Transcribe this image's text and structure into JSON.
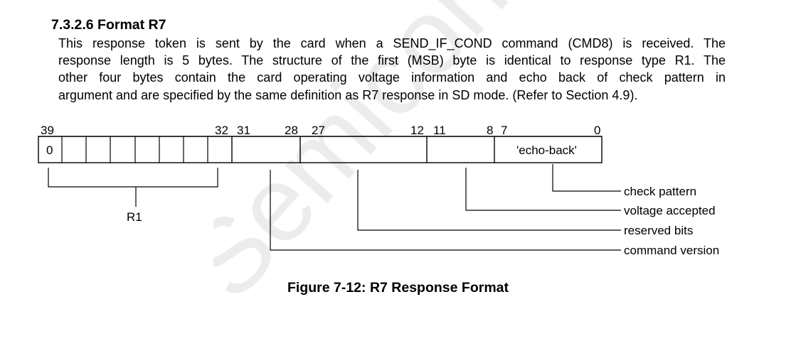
{
  "section": {
    "title": "7.3.2.6 Format R7"
  },
  "paragraph": {
    "lines": [
      "This response token is sent by the card when a SEND_IF_COND command (CMD8) is received. The",
      "response length is 5 bytes. The structure of the first (MSB) byte is identical to response type R1. The",
      "other four bytes contain the card operating voltage information and echo back of check pattern in",
      "argument and are specified by the same definition as R7 response in SD mode. (Refer to Section 4.9)."
    ]
  },
  "diagram": {
    "bit_labels": [
      "39",
      "32",
      "31",
      "28",
      "27",
      "12",
      "11",
      "8",
      "7",
      "0"
    ],
    "r1_first_cell": "0",
    "echo_back_cell": "'echo-back'",
    "r1_label": "R1",
    "field_labels": {
      "check_pattern": "check pattern",
      "voltage_accepted": "voltage accepted",
      "reserved_bits": "reserved bits",
      "command_version": "command version"
    }
  },
  "watermark": {
    "text": "Semiconductor"
  },
  "figure": {
    "caption": "Figure 7-12: R7 Response Format"
  }
}
